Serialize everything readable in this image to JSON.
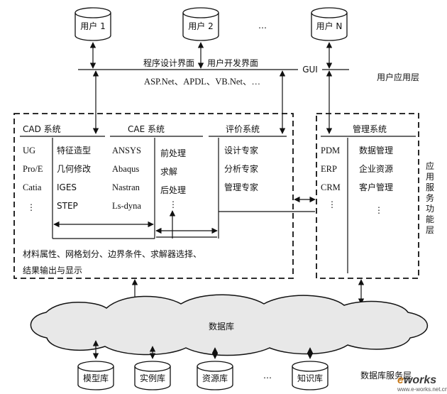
{
  "users": [
    "用户 1",
    "用户 2",
    "…",
    "用户 N"
  ],
  "gui": {
    "program_interface": "程序设计界面",
    "dev_interface": "用户开发界面",
    "gui_label": "GUI",
    "languages": "ASP.Net、APDL、VB.Net、…"
  },
  "layers": {
    "user_app": "用户应用层",
    "service": [
      "应",
      "用",
      "服",
      "务",
      "功",
      "能",
      "层"
    ],
    "db_service": "数据库服务层"
  },
  "cad": {
    "title": "CAD 系统",
    "tools": [
      "UG",
      "Pro/E",
      "Catia",
      "⋮"
    ],
    "features": [
      "特征造型",
      "几何修改",
      "IGES",
      "STEP"
    ]
  },
  "cae": {
    "title": "CAE 系统",
    "tools": [
      "ANSYS",
      "Abaqus",
      "Nastran",
      "Ls-dyna"
    ],
    "steps": [
      "前处理",
      "求解",
      "后处理",
      "⋮"
    ]
  },
  "eval": {
    "title": "评价系统",
    "experts": [
      "设计专家",
      "分析专家",
      "管理专家"
    ]
  },
  "mgmt": {
    "title": "管理系统",
    "tools": [
      "PDM",
      "ERP",
      "CRM",
      "⋮"
    ],
    "items": [
      "数据管理",
      "企业资源",
      "客户管理",
      "⋮"
    ]
  },
  "bottom_text": [
    "材料属性、网格划分、边界条件、求解器选择、",
    "结果输出与显示"
  ],
  "database": "数据库",
  "dbs": [
    "模型库",
    "实例库",
    "资源库",
    "…",
    "知识库"
  ],
  "watermark": {
    "part1": "e",
    "part2": "works",
    "part3": "www.e-works.net.cn"
  }
}
